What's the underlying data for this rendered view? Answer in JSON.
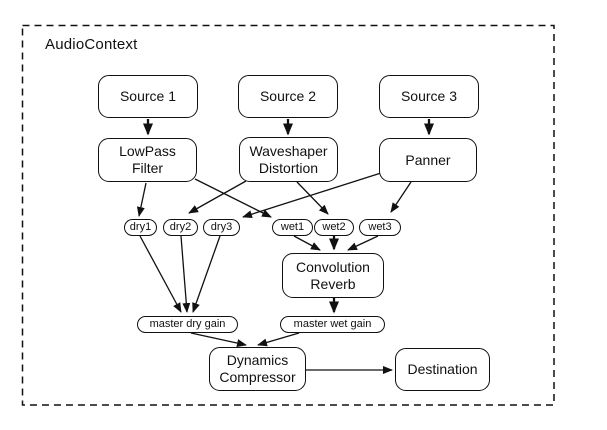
{
  "frame": {
    "label": "AudioContext"
  },
  "colors": {
    "stroke": "#111111",
    "background": "#ffffff"
  },
  "nodes": {
    "source1": {
      "lines": [
        "Source 1"
      ]
    },
    "source2": {
      "lines": [
        "Source 2"
      ]
    },
    "source3": {
      "lines": [
        "Source 3"
      ]
    },
    "lowpass": {
      "lines": [
        "LowPass",
        "Filter"
      ]
    },
    "waveshaper": {
      "lines": [
        "Waveshaper",
        "Distortion"
      ]
    },
    "panner": {
      "lines": [
        "Panner"
      ]
    },
    "reverb": {
      "lines": [
        "Convolution",
        "Reverb"
      ]
    },
    "compressor": {
      "lines": [
        "Dynamics",
        "Compressor"
      ]
    },
    "destination": {
      "lines": [
        "Destination"
      ]
    }
  },
  "gains": {
    "dry1": {
      "label": "dry1"
    },
    "dry2": {
      "label": "dry2"
    },
    "dry3": {
      "label": "dry3"
    },
    "wet1": {
      "label": "wet1"
    },
    "wet2": {
      "label": "wet2"
    },
    "wet3": {
      "label": "wet3"
    },
    "master_dry": {
      "label": "master dry gain"
    },
    "master_wet": {
      "label": "master wet gain"
    }
  },
  "edges": [
    {
      "from": "Source 1",
      "to": "LowPass Filter"
    },
    {
      "from": "Source 2",
      "to": "Waveshaper Distortion"
    },
    {
      "from": "Source 3",
      "to": "Panner"
    },
    {
      "from": "LowPass Filter",
      "to": "dry1"
    },
    {
      "from": "LowPass Filter",
      "to": "wet1"
    },
    {
      "from": "Waveshaper Distortion",
      "to": "dry2"
    },
    {
      "from": "Waveshaper Distortion",
      "to": "wet2"
    },
    {
      "from": "Panner",
      "to": "dry3"
    },
    {
      "from": "Panner",
      "to": "wet3"
    },
    {
      "from": "dry1",
      "to": "master dry gain"
    },
    {
      "from": "dry2",
      "to": "master dry gain"
    },
    {
      "from": "dry3",
      "to": "master dry gain"
    },
    {
      "from": "wet1",
      "to": "Convolution Reverb"
    },
    {
      "from": "wet2",
      "to": "Convolution Reverb"
    },
    {
      "from": "wet3",
      "to": "Convolution Reverb"
    },
    {
      "from": "Convolution Reverb",
      "to": "master wet gain"
    },
    {
      "from": "master dry gain",
      "to": "Dynamics Compressor"
    },
    {
      "from": "master wet gain",
      "to": "Dynamics Compressor"
    },
    {
      "from": "Dynamics Compressor",
      "to": "Destination"
    }
  ]
}
